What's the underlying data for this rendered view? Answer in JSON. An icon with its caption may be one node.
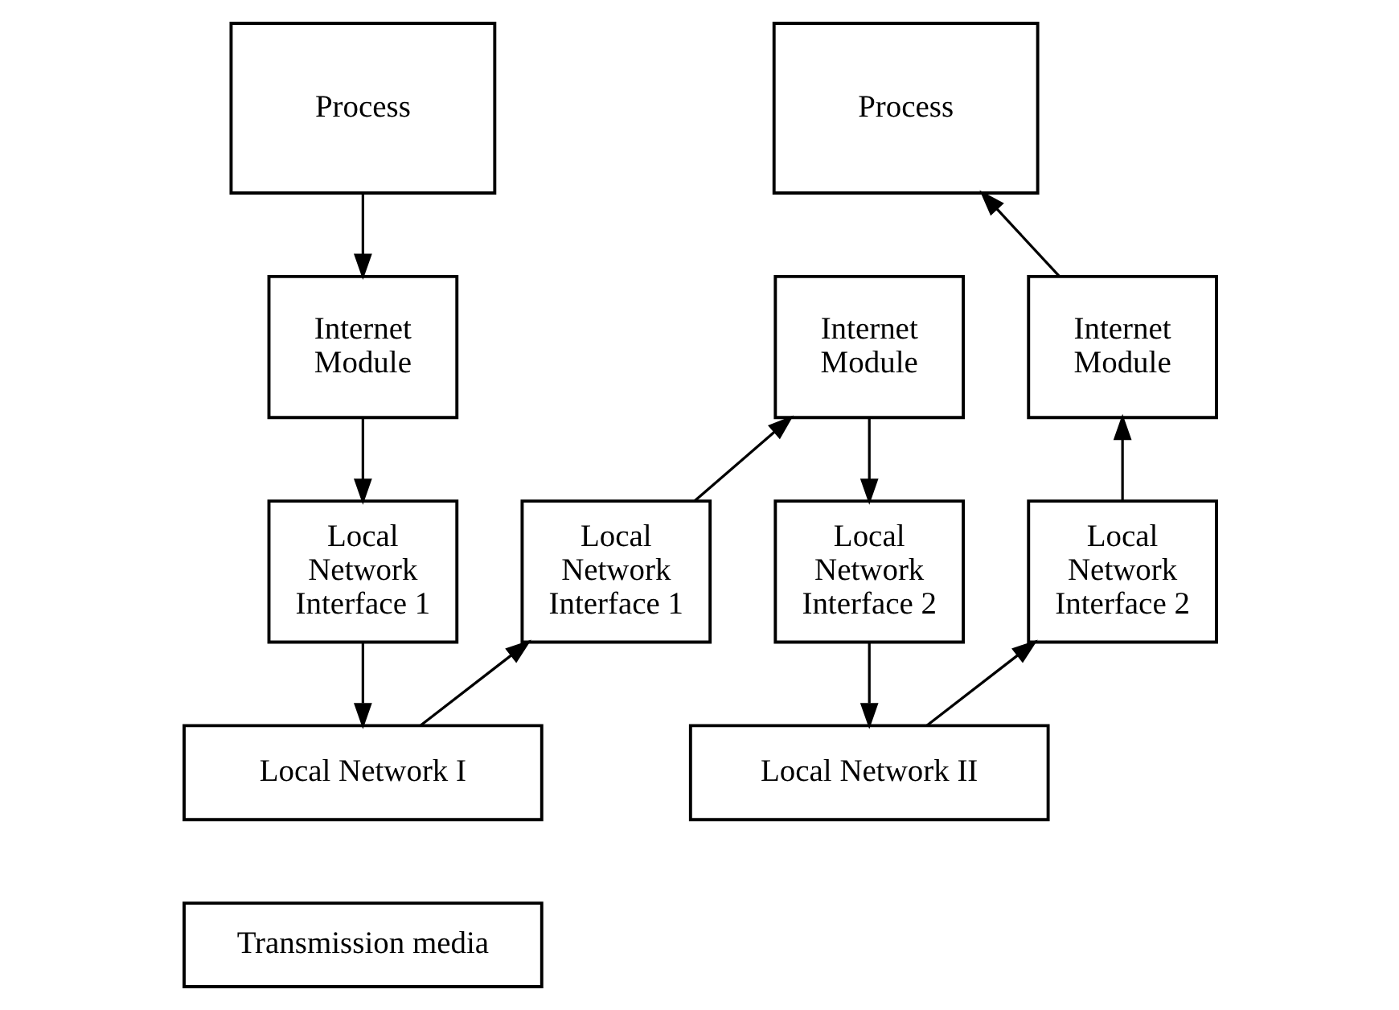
{
  "diagram": {
    "nodes": [
      {
        "text": [
          "Process"
        ]
      },
      {
        "text": [
          "Internet Module"
        ]
      },
      {
        "text": [
          "Local Network Interface 1"
        ]
      },
      {
        "text": [
          "Local Network I"
        ]
      },
      {
        "text": [
          "Local Network Interface 1"
        ]
      },
      {
        "text": [
          "Internet Module"
        ]
      },
      {
        "text": [
          "Local Network Interface 2"
        ]
      },
      {
        "text": [
          "Local Network II"
        ]
      },
      {
        "text": [
          "Local Network Interface 2"
        ]
      },
      {
        "text": [
          "Internet Module"
        ]
      },
      {
        "text": [
          "Process"
        ]
      },
      {
        "text": [
          "Transmission media"
        ]
      }
    ],
    "edges": [
      {
        "from": 0,
        "to": 1,
        "arrow": "to"
      },
      {
        "from": 1,
        "to": 2,
        "arrow": "to"
      },
      {
        "from": 2,
        "to": 3,
        "arrow": "to"
      },
      {
        "from": 3,
        "to": 4,
        "arrow": "to"
      },
      {
        "from": 4,
        "to": 5,
        "arrow": "to"
      },
      {
        "from": 5,
        "to": 6,
        "arrow": "to"
      },
      {
        "from": 6,
        "to": 7,
        "arrow": "to"
      },
      {
        "from": 7,
        "to": 8,
        "arrow": "to"
      },
      {
        "from": 8,
        "to": 9,
        "arrow": "to"
      },
      {
        "from": 9,
        "to": 10,
        "arrow": "to"
      }
    ]
  }
}
